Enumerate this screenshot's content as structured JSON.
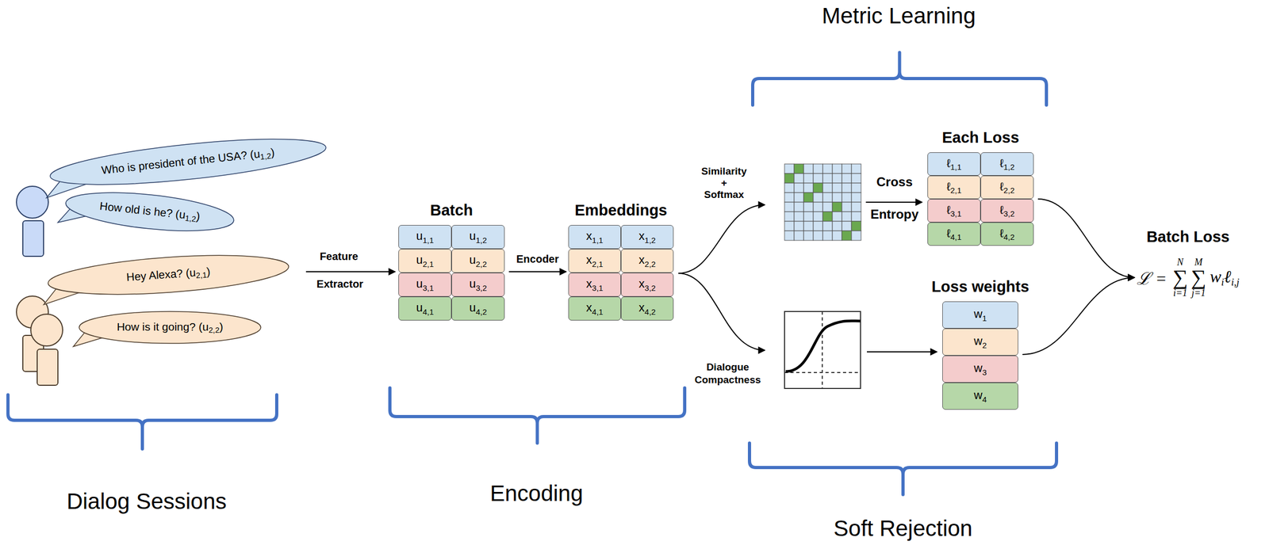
{
  "diagram": {
    "nodes": [
      {
        "text": [
          "Who is president of the USA? (u",
          "1,2",
          ")"
        ]
      },
      {
        "text": [
          "How old is he? (u",
          "1,2",
          ")"
        ]
      },
      {
        "text": [
          "Hey Alexa? (u",
          "2,1",
          ")"
        ]
      },
      {
        "text": [
          "How is it going? (u",
          "2,2",
          ")"
        ]
      },
      {
        "text": [
          "Batch"
        ]
      },
      {
        "text": [
          "u",
          "1,1"
        ],
        "in": 4
      },
      {
        "text": [
          "u",
          "1,2"
        ],
        "in": 4
      },
      {
        "text": [
          "u",
          "2,1"
        ],
        "in": 4
      },
      {
        "text": [
          "u",
          "2,2"
        ],
        "in": 4
      },
      {
        "text": [
          "u",
          "3,1"
        ],
        "in": 4
      },
      {
        "text": [
          "u",
          "3,2"
        ],
        "in": 4
      },
      {
        "text": [
          "u",
          "4,1"
        ],
        "in": 4
      },
      {
        "text": [
          "u",
          "4,2"
        ],
        "in": 4
      },
      {
        "text": [
          "Embeddings"
        ]
      },
      {
        "text": [
          "x",
          "1,1"
        ],
        "in": 13
      },
      {
        "text": [
          "x",
          "1,2"
        ],
        "in": 13
      },
      {
        "text": [
          "x",
          "2,1"
        ],
        "in": 13
      },
      {
        "text": [
          "x",
          "2,2"
        ],
        "in": 13
      },
      {
        "text": [
          "x",
          "3,1"
        ],
        "in": 13
      },
      {
        "text": [
          "x",
          "3,2"
        ],
        "in": 13
      },
      {
        "text": [
          "x",
          "4,1"
        ],
        "in": 13
      },
      {
        "text": [
          "x",
          "4,2"
        ],
        "in": 13
      },
      {
        "text": [
          "Each Loss"
        ]
      },
      {
        "text": [
          "ℓ",
          "1,1"
        ],
        "in": 22
      },
      {
        "text": [
          "ℓ",
          "1,2"
        ],
        "in": 22
      },
      {
        "text": [
          "ℓ",
          "2,1"
        ],
        "in": 22
      },
      {
        "text": [
          "ℓ",
          "2,2"
        ],
        "in": 22
      },
      {
        "text": [
          "ℓ",
          "3,1"
        ],
        "in": 22
      },
      {
        "text": [
          "ℓ",
          "3,2"
        ],
        "in": 22
      },
      {
        "text": [
          "ℓ",
          "4,1"
        ],
        "in": 22
      },
      {
        "text": [
          "ℓ",
          "4,2"
        ],
        "in": 22
      },
      {
        "text": [
          "Loss weights"
        ]
      },
      {
        "text": [
          "w",
          "1"
        ],
        "in": 31
      },
      {
        "text": [
          "w",
          "2"
        ],
        "in": 31
      },
      {
        "text": [
          "w",
          "3"
        ],
        "in": 31
      },
      {
        "text": [
          "w",
          "4"
        ],
        "in": 31
      },
      {
        "text": [
          "Batch Loss",
          "ℒ =",
          "N",
          "∑",
          "i=1",
          "M",
          "∑",
          "j=1",
          "w",
          "i",
          "ℓ",
          "i,j"
        ]
      }
    ],
    "edges": [
      {
        "from": 4,
        "to": 13,
        "arrow": "to",
        "label": "Encoder"
      },
      {
        "from": 22,
        "to": 36,
        "arrow": "to"
      },
      {
        "from": 31,
        "to": 36,
        "arrow": "to"
      }
    ],
    "labels": [
      "Metric Learning",
      "Dialog Sessions",
      "Encoding",
      "Soft Rejection",
      "Feature",
      "Extractor",
      "Similarity",
      "+",
      "Softmax",
      "Cross",
      "Entropy",
      "Dialogue",
      "Compactness"
    ]
  }
}
